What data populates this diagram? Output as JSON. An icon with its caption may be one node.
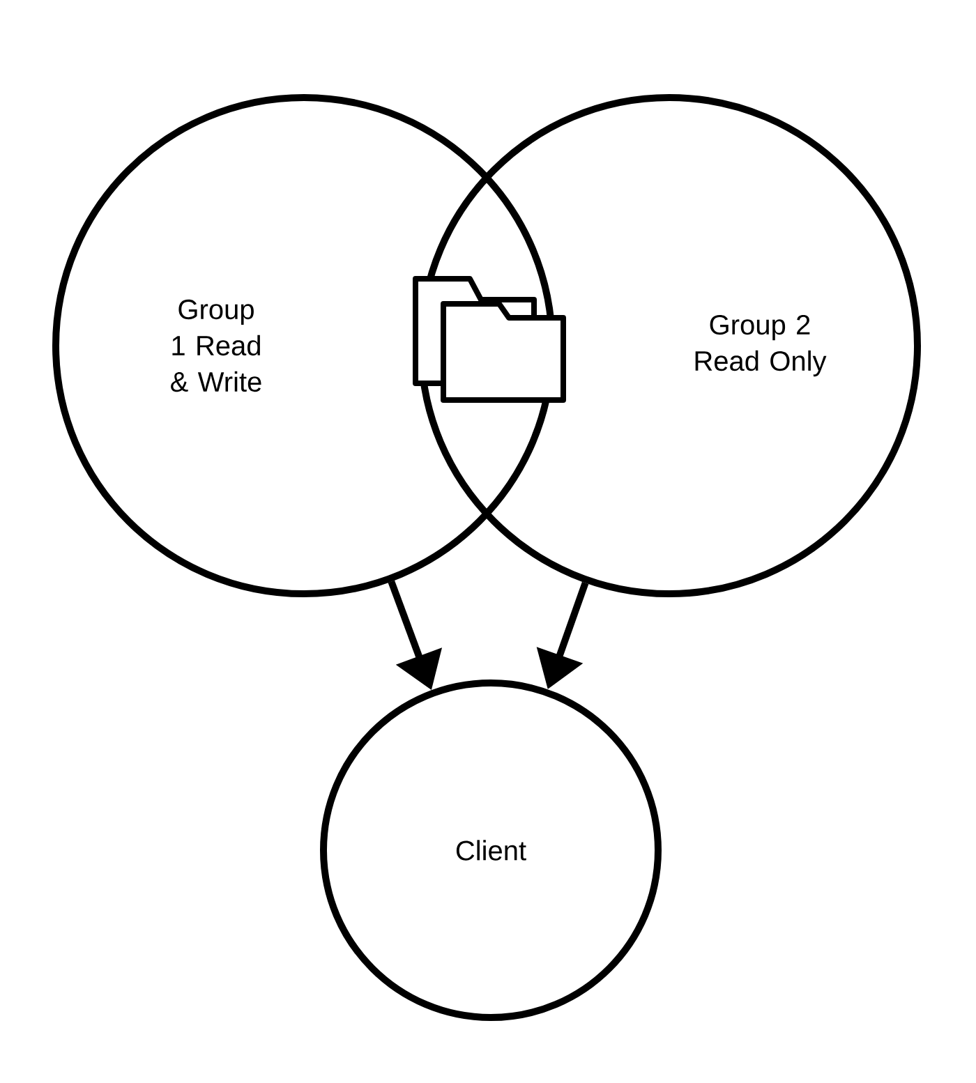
{
  "diagram": {
    "nodes": [
      {
        "text": [
          "Group 1 Read & Write"
        ]
      },
      {
        "text": [
          "Group 2 Read Only"
        ]
      },
      {
        "text": [
          "Client"
        ]
      }
    ],
    "edges": [
      {
        "from": 0,
        "to": 2,
        "arrow": "to"
      },
      {
        "from": 1,
        "to": 2,
        "arrow": "to"
      }
    ]
  }
}
